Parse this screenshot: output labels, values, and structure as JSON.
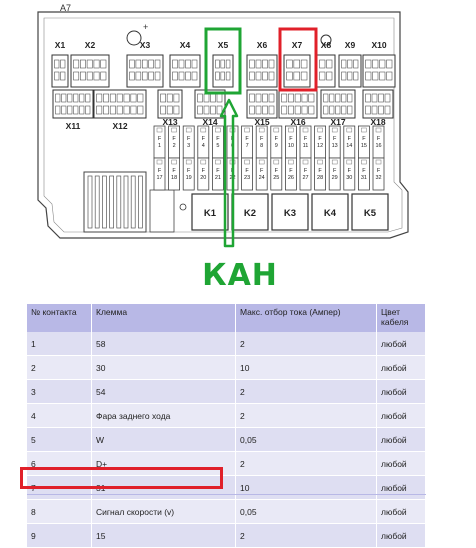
{
  "diagram": {
    "connectors_top": [
      "X1",
      "X2",
      "X3",
      "X4",
      "X5",
      "X6",
      "X7",
      "X8",
      "X9",
      "X10"
    ],
    "connectors_bottom": [
      "X11",
      "X12",
      "X13",
      "X14",
      "X15",
      "X16",
      "X17",
      "X18"
    ],
    "header_fragment": "A7",
    "fuse_letter": "F",
    "fuse_numbers_row1": [
      "1",
      "2",
      "3",
      "4",
      "5",
      "6",
      "7",
      "8",
      "9",
      "10",
      "11",
      "12",
      "13",
      "14",
      "15",
      "16"
    ],
    "fuse_numbers_row2": [
      "17",
      "18",
      "19",
      "20",
      "21",
      "22",
      "23",
      "24",
      "25",
      "26",
      "27",
      "28",
      "29",
      "30",
      "31",
      "32"
    ],
    "relays": [
      "K1",
      "K2",
      "K3",
      "K4",
      "K5"
    ],
    "highlight_colors": {
      "green": "#1fa534",
      "red": "#e0202a"
    }
  },
  "caption": "КАН",
  "table": {
    "headers": [
      "№ контакта",
      "Клемма",
      "Макс. отбор тока (Ампер)",
      "Цвет кабеля"
    ],
    "rows": [
      [
        "1",
        "58",
        "2",
        "любой"
      ],
      [
        "2",
        "30",
        "10",
        "любой"
      ],
      [
        "3",
        "54",
        "2",
        "любой"
      ],
      [
        "4",
        "Фара заднего хода",
        "2",
        "любой"
      ],
      [
        "5",
        "W",
        "0,05",
        "любой"
      ],
      [
        "6",
        "D+",
        "2",
        "любой"
      ],
      [
        "7",
        "31",
        "10",
        "любой"
      ],
      [
        "8",
        "Сигнал скорости (v)",
        "0,05",
        "любой"
      ],
      [
        "9",
        "15",
        "2",
        "любой"
      ]
    ]
  }
}
